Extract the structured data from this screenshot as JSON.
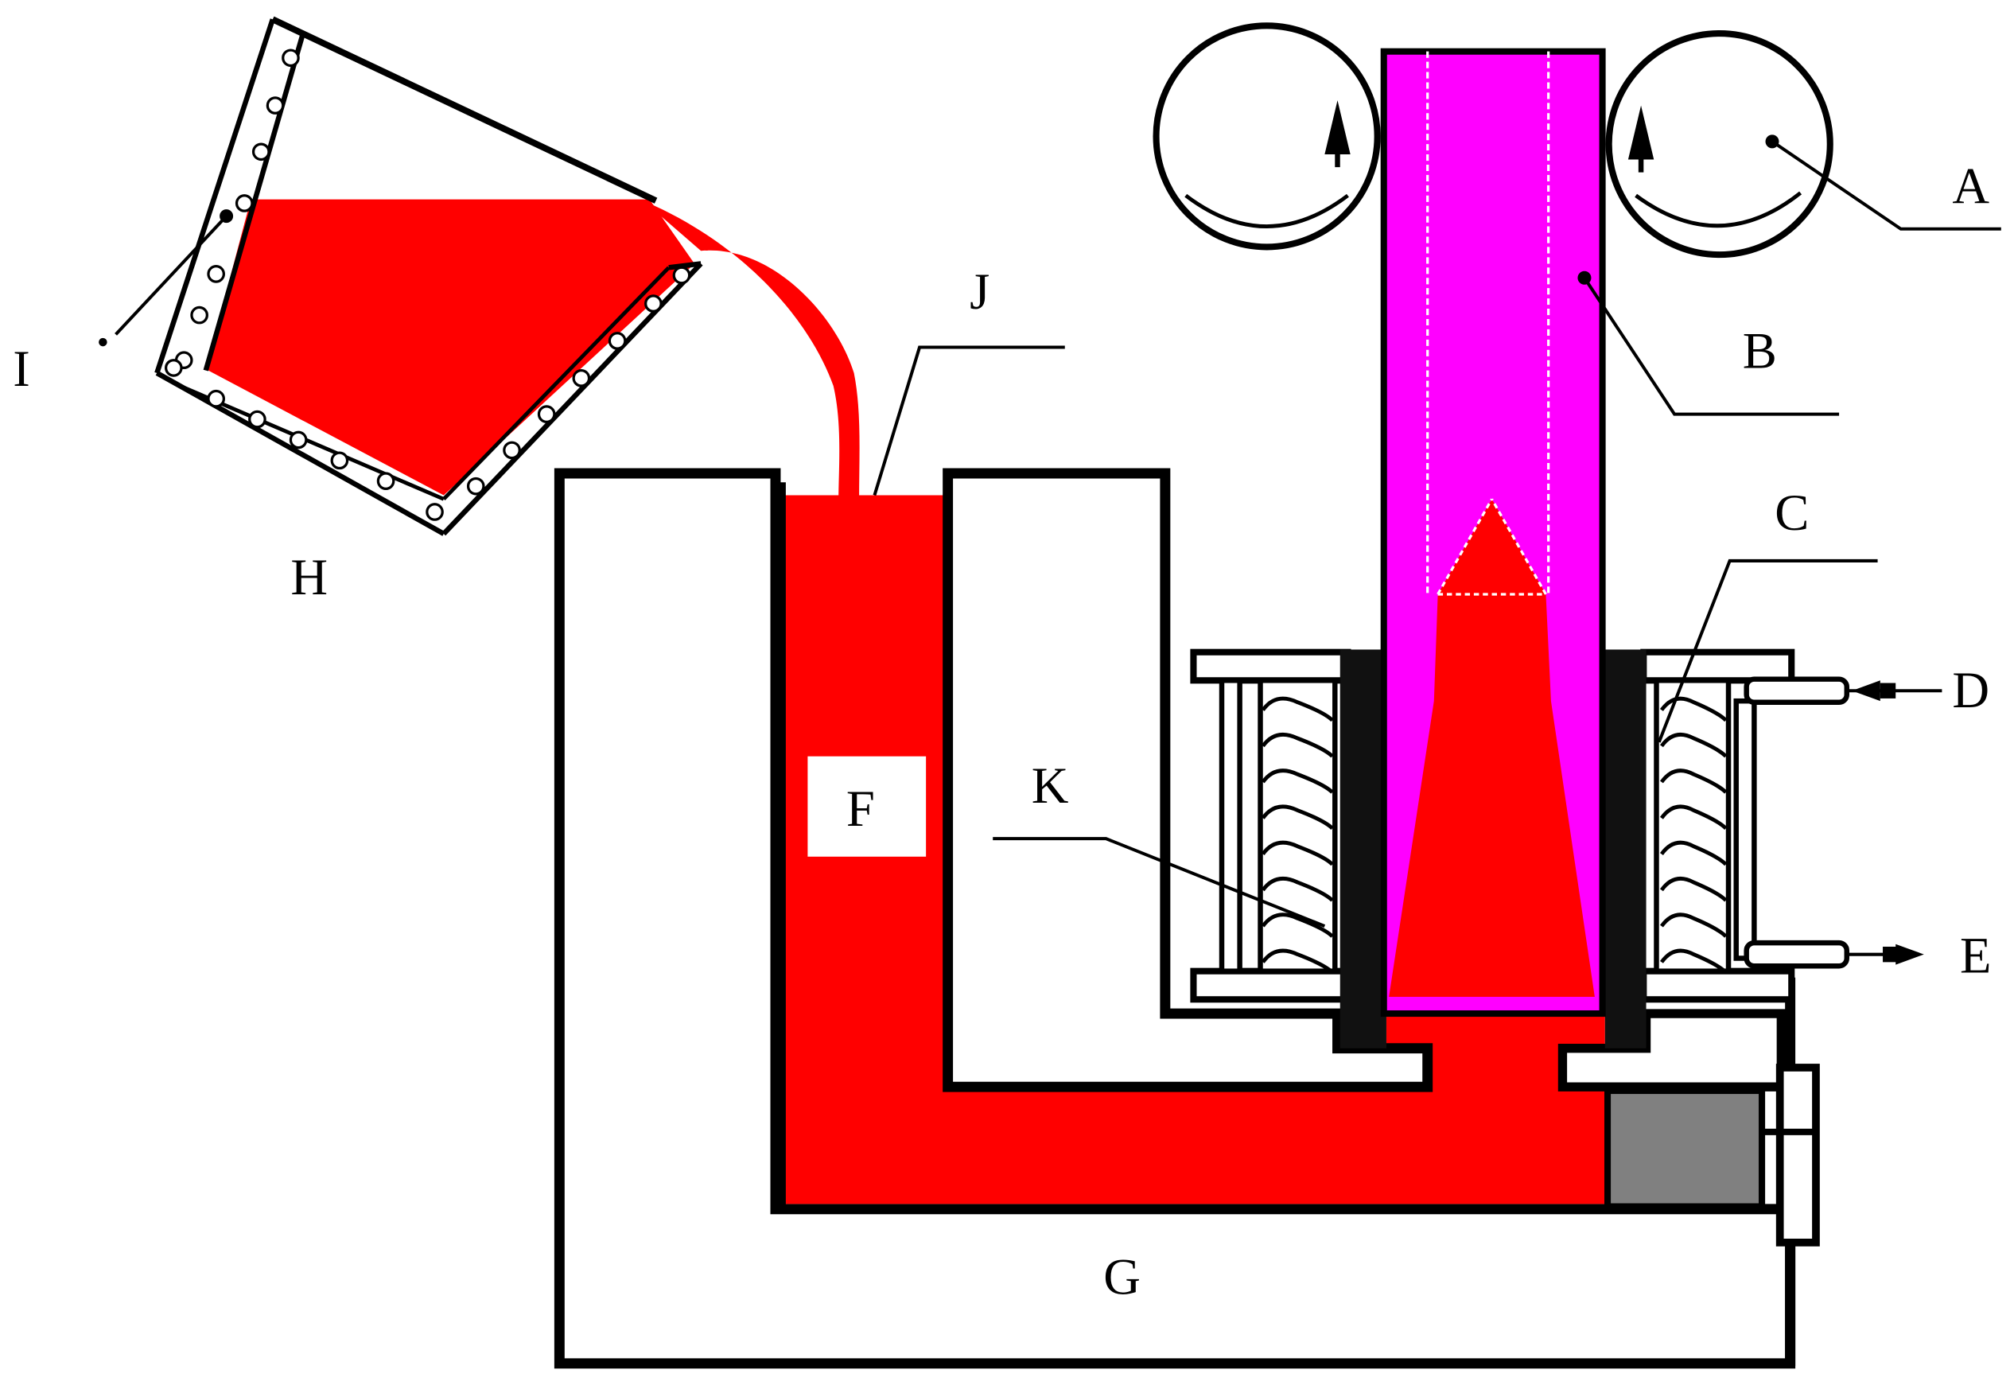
{
  "labels": {
    "A": "A",
    "B": "B",
    "C": "C",
    "D": "D",
    "E": "E",
    "F": "F",
    "G": "G",
    "H": "H",
    "I": "I",
    "J": "J",
    "K": "K"
  },
  "colors": {
    "melt": "#ff0000",
    "casting": "#ff00ff",
    "outline": "#000000",
    "piston": "#808080",
    "background": "#ffffff"
  }
}
